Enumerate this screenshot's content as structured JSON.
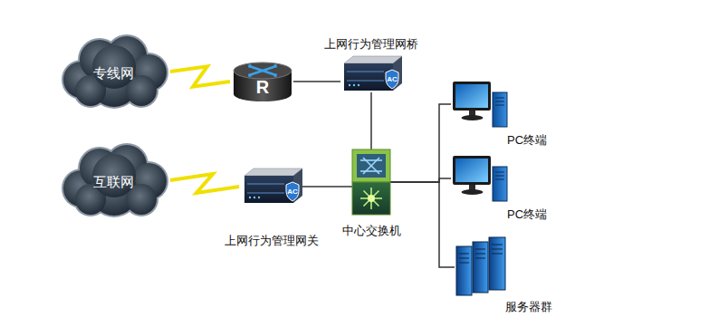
{
  "diagram": {
    "nodes": [
      {
        "text": [
          "专线网"
        ]
      },
      {
        "text": [
          "互联网"
        ]
      },
      {
        "text": [
          "R"
        ]
      },
      {
        "text": [
          "上网行为管理网桥",
          "AC"
        ]
      },
      {
        "text": [
          "上网行为管理网关",
          "AC"
        ]
      },
      {
        "text": [
          "中心交换机"
        ]
      },
      {
        "text": [
          "PC终端"
        ]
      },
      {
        "text": [
          "PC终端"
        ]
      },
      {
        "text": [
          "服务器群"
        ]
      }
    ],
    "edges": [
      {
        "from": 0,
        "to": 2,
        "arrow": "none"
      },
      {
        "from": 2,
        "to": 3,
        "arrow": "none"
      },
      {
        "from": 1,
        "to": 4,
        "arrow": "none"
      },
      {
        "from": 4,
        "to": 5,
        "arrow": "none"
      },
      {
        "from": 3,
        "to": 5,
        "arrow": "none"
      },
      {
        "from": 5,
        "to": 6,
        "arrow": "none"
      },
      {
        "from": 5,
        "to": 7,
        "arrow": "none"
      },
      {
        "from": 5,
        "to": 8,
        "arrow": "none"
      }
    ]
  }
}
